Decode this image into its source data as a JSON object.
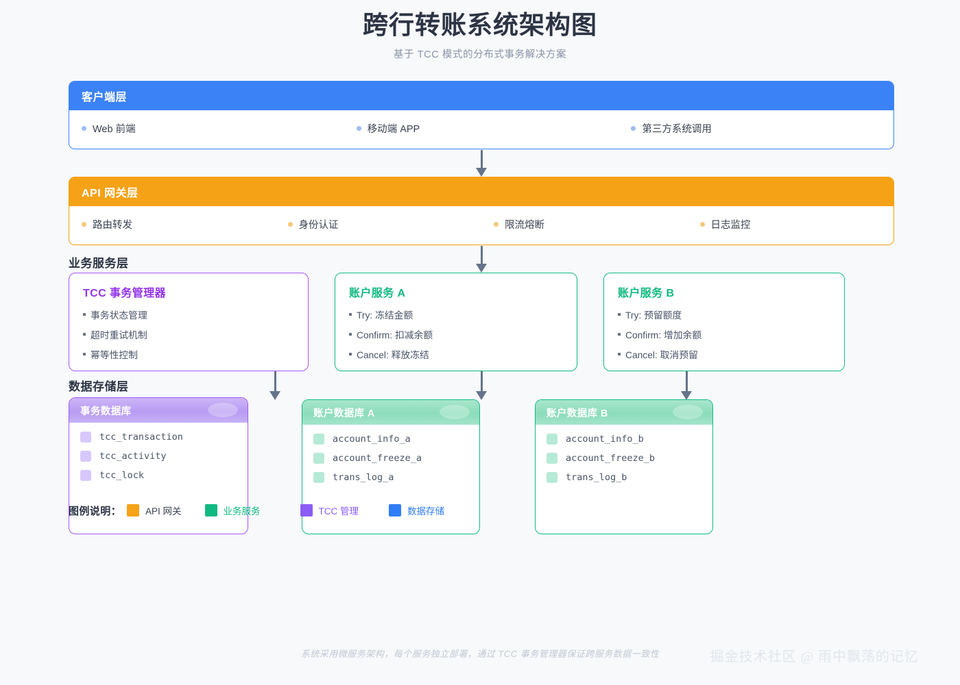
{
  "header": {
    "title": "跨行转账系统架构图",
    "subtitle": "基于 TCC 模式的分布式事务解决方案"
  },
  "layers": {
    "client": {
      "title": "客户端层",
      "color": "#3b82f6",
      "items": [
        "Web 前端",
        "移动端 APP",
        "第三方系统调用"
      ]
    },
    "gateway": {
      "title": "API 网关层",
      "color": "#f5a217",
      "items": [
        "路由转发",
        "身份认证",
        "限流熔断",
        "日志监控"
      ]
    }
  },
  "sections": {
    "service_title": "业务服务层",
    "storage_title": "数据存储层"
  },
  "services": [
    {
      "title": "TCC 事务管理器",
      "color": "#9333ea",
      "items": [
        "事务状态管理",
        "超时重试机制",
        "幂等性控制"
      ]
    },
    {
      "title": "账户服务 A",
      "color": "#10b981",
      "items": [
        "Try: 冻结金额",
        "Confirm: 扣减余额",
        "Cancel: 释放冻结"
      ]
    },
    {
      "title": "账户服务 B",
      "color": "#10b981",
      "items": [
        "Try: 预留额度",
        "Confirm: 增加余额",
        "Cancel: 取消预留"
      ]
    }
  ],
  "databases": [
    {
      "title": "事务数据库",
      "color": "#a855f7",
      "tables": [
        "tcc_transaction",
        "tcc_activity",
        "tcc_lock"
      ]
    },
    {
      "title": "账户数据库 A",
      "color": "#10b981",
      "tables": [
        "account_info_a",
        "account_freeze_a",
        "trans_log_a"
      ]
    },
    {
      "title": "账户数据库 B",
      "color": "#10b981",
      "tables": [
        "account_info_b",
        "account_freeze_b",
        "trans_log_b"
      ]
    }
  ],
  "legend": {
    "label": "图例说明：",
    "items": [
      {
        "label": "API 网关",
        "color": "#f5a217",
        "text_color": "#3b4252"
      },
      {
        "label": "业务服务",
        "color": "#10b981",
        "text_color": "#10b981"
      },
      {
        "label": "TCC 管理",
        "color": "#8b5cf6",
        "text_color": "#8b5cf6"
      },
      {
        "label": "数据存储",
        "color": "#2f7df6",
        "text_color": "#2f7df6"
      }
    ]
  },
  "footer": {
    "note": "系统采用微服务架构，每个服务独立部署，通过 TCC 事务管理器保证跨服务数据一致性",
    "watermark": "掘金技术社区 @ 雨中飘荡的记忆"
  }
}
